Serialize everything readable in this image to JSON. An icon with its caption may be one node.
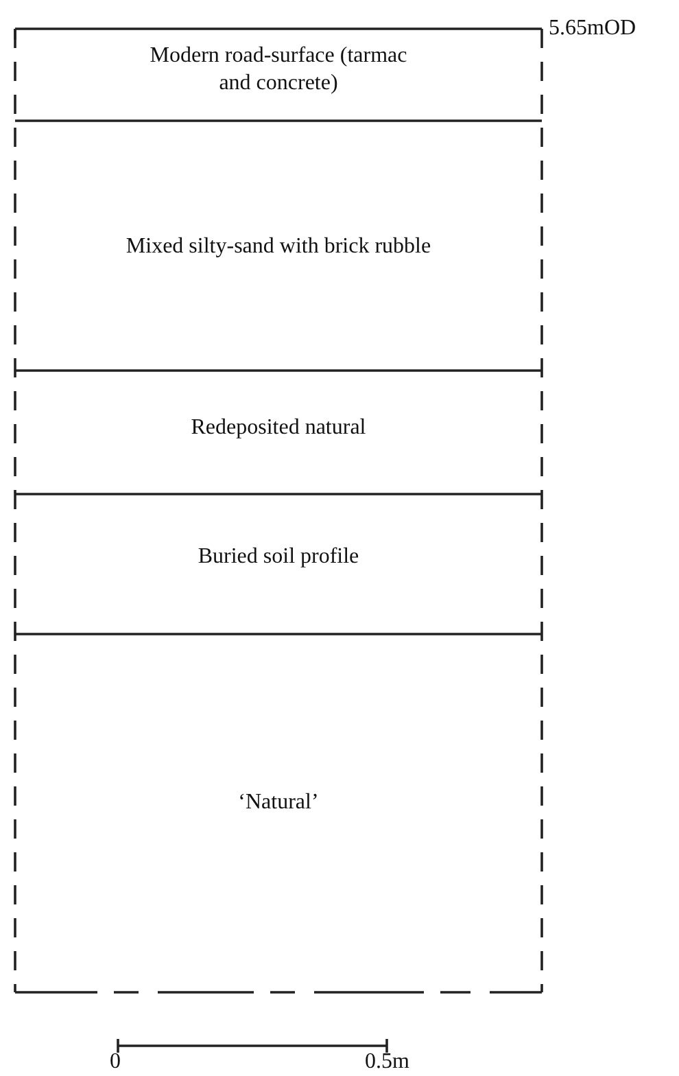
{
  "diagram": {
    "nodes": [
      {
        "text": [
          "Modern road-surface (tarmac and concrete)"
        ]
      },
      {
        "text": [
          "Mixed silty-sand with brick rubble"
        ]
      },
      {
        "text": [
          "Redeposited natural"
        ]
      },
      {
        "text": [
          "Buried soil profile"
        ]
      },
      {
        "text": [
          "‘Natural’"
        ]
      }
    ],
    "edges": [],
    "labels": [
      "5.65mOD",
      "0",
      "0.5m"
    ]
  }
}
